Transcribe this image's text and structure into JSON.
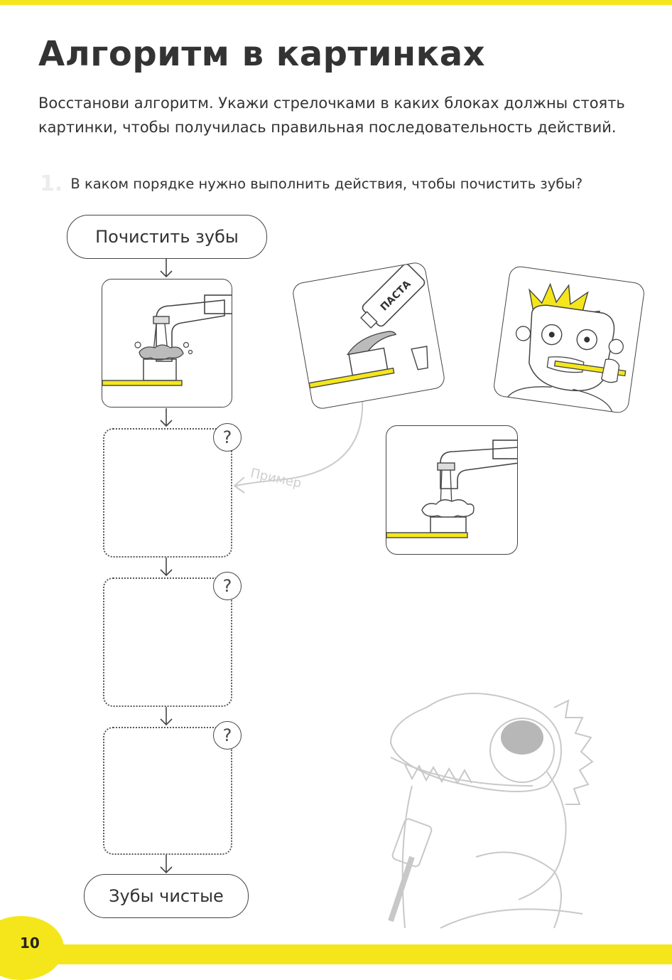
{
  "page": {
    "title": "Алгоритм в картинках",
    "instruction": "Восстанови алгоритм. Укажи стрелочками в каких блоках должны стоять картинки, чтобы получилась правильная последовательность действий.",
    "task_number": "1",
    "task_text": "В каком порядке нужно выполнить действия, чтобы почистить зубы?",
    "page_number": "10"
  },
  "flow": {
    "start_label": "Почистить зубы",
    "end_label": "Зубы чистые",
    "question_mark": "?"
  },
  "cards": {
    "paste_label": "ПАСТА"
  },
  "example_label": "Пример",
  "colors": {
    "accent_yellow": "#f5e61c",
    "line": "#444444",
    "faint": "#cccccc"
  }
}
